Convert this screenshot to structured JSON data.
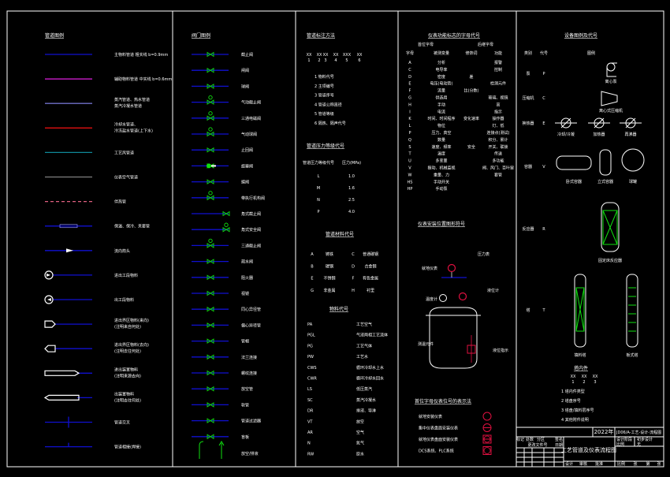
{
  "pipes": {
    "title": "管道图例",
    "items": [
      {
        "label": "主物料管道 粗实线 b=0.9mm",
        "type": "line",
        "color": "#1010d0"
      },
      {
        "label": "辅助物料管道 中实线 b=0.6mm",
        "type": "line",
        "color": "#e020e0"
      },
      {
        "label": "蒸汽管道、热水管道",
        "label2": "蒸汽冷凝水管道",
        "type": "line",
        "color": "#7070c8"
      },
      {
        "label": "冷却水管道、",
        "label2": "冷冻盐水管道(上下水)",
        "type": "line",
        "color": "#e01010"
      },
      {
        "label": "工艺风管道",
        "type": "line",
        "color": "#108898"
      },
      {
        "label": "仪表空气管道",
        "type": "line",
        "color": "#808080"
      },
      {
        "label": "伴热管",
        "type": "dashed",
        "color": "#e06080"
      },
      {
        "label": "保温、保冷、夹套管",
        "type": "jacket",
        "color": "#1010d0"
      },
      {
        "label": "流向箭头",
        "type": "arrow",
        "color": "#1010d0"
      },
      {
        "label": "进出工段物料",
        "type": "circle-in",
        "color": "#1010d0"
      },
      {
        "label": "出工段物料",
        "type": "circle-out",
        "color": "#1010d0"
      },
      {
        "label": "进出界区物料(来向)",
        "label2": "(注明来自何处)",
        "type": "pent-in",
        "color": "#1010d0"
      },
      {
        "label": "进出界区物料(去向)",
        "label2": "(注明去往何处)",
        "type": "pent-out",
        "color": "#1010d0"
      },
      {
        "label": "进出装置物料",
        "label2": "(注明来源去向)",
        "type": "long-in",
        "color": "#1010d0"
      },
      {
        "label": "出装置物料",
        "label2": "(注明去往何处)",
        "type": "long-out",
        "color": "#1010d0"
      },
      {
        "label": "管道交叉",
        "type": "cross",
        "color": "#1010d0"
      },
      {
        "label": "管道相接(焊接)",
        "type": "tee",
        "color": "#1010d0"
      }
    ]
  },
  "valves": {
    "title": "阀门图例",
    "items": [
      "截止阀",
      "闸阀",
      "球阀",
      "气动截止阀",
      "三通电磁阀",
      "气动球阀",
      "止回阀",
      "旋塞阀",
      "蝶阀",
      "带执行机构阀",
      "角式截止阀",
      "角式安全阀",
      "三通截止阀",
      "疏水阀",
      "阻火器",
      "视镜",
      "同心异径管",
      "偏心异径管",
      "管帽",
      "法兰连接",
      "螺纹连接",
      "放空管",
      "软管",
      "管道过滤器",
      "盲板",
      "放空/排液"
    ]
  },
  "pipe_marking": {
    "title": "管道标注方法",
    "code": [
      "XX",
      "XX",
      "XX",
      "XX",
      "XXX",
      "XX"
    ],
    "nums": [
      "1",
      "2",
      "3",
      "4",
      "5",
      "6"
    ],
    "items": [
      "1 物料代号",
      "2 主项编号",
      "3 管道序号",
      "4 管道公称直径",
      "5 管道等级",
      "6 隔热、隔声代号"
    ]
  },
  "pressure_grade": {
    "title": "管道压力等级代号",
    "headers": [
      "管道压力等级代号",
      "压力(MPa)"
    ],
    "rows": [
      [
        "L",
        "1.0"
      ],
      [
        "M",
        "1.6"
      ],
      [
        "N",
        "2.5"
      ],
      [
        "P",
        "4.0"
      ]
    ]
  },
  "material_code": {
    "title": "管道材料代号",
    "rows": [
      [
        "A",
        "铸铁",
        "C",
        "普通碳钢"
      ],
      [
        "B",
        "碳钢",
        "D",
        "合金钢"
      ],
      [
        "E",
        "不锈钢",
        "F",
        "有色金属"
      ],
      [
        "G",
        "非金属",
        "H",
        "衬里"
      ]
    ]
  },
  "fluid_code": {
    "title": "物料代号",
    "rows": [
      [
        "PA",
        "工艺空气"
      ],
      [
        "PGL",
        "气液两相工艺流体"
      ],
      [
        "PG",
        "工艺气体"
      ],
      [
        "PW",
        "工艺水"
      ],
      [
        "CWS",
        "循环冷却水上水"
      ],
      [
        "CWR",
        "循环冷却水回水"
      ],
      [
        "LS",
        "低压蒸汽"
      ],
      [
        "SC",
        "蒸汽冷凝水"
      ],
      [
        "DR",
        "排液、导淋"
      ],
      [
        "VT",
        "放空"
      ],
      [
        "AR",
        "空气"
      ],
      [
        "N",
        "氮气"
      ],
      [
        "RW",
        "原水"
      ]
    ]
  },
  "instrument_letters": {
    "title": "仪表功能标志的字母代号",
    "group_first": "首位字母",
    "group_next": "后继字母",
    "headers": [
      "字母",
      "被测变量",
      "修饰词",
      "功能"
    ],
    "rows": [
      [
        "A",
        "分析",
        "",
        "报警"
      ],
      [
        "C",
        "电导率",
        "",
        "控制"
      ],
      [
        "D",
        "密度",
        "差",
        ""
      ],
      [
        "E",
        "电压(电动势)",
        "",
        "检测元件"
      ],
      [
        "F",
        "流量",
        "比(分数)",
        ""
      ],
      [
        "G",
        "供选用",
        "",
        "玻璃、视镜"
      ],
      [
        "H",
        "手动",
        "",
        "高"
      ],
      [
        "I",
        "电流",
        "",
        "指示"
      ],
      [
        "K",
        "时间、时间程序",
        "变化速率",
        "操作器"
      ],
      [
        "L",
        "物位",
        "",
        "灯、低"
      ],
      [
        "P",
        "压力、真空",
        "",
        "连接点(测试)"
      ],
      [
        "Q",
        "数量",
        "",
        "积分、累计"
      ],
      [
        "S",
        "速度、频率",
        "安全",
        "开关、联锁"
      ],
      [
        "T",
        "温度",
        "",
        "传送"
      ],
      [
        "U",
        "多变量",
        "",
        "多功能"
      ],
      [
        "V",
        "振动、机械监视",
        "",
        "阀、风门、百叶窗"
      ],
      [
        "W",
        "重量、力",
        "",
        "套管"
      ],
      [
        "HS",
        "手动开关",
        "",
        ""
      ],
      [
        "HP",
        "手动泵",
        "",
        ""
      ]
    ]
  },
  "instrument_install": {
    "title": "仪表安装位置图形符号",
    "labels": [
      "就地仪表",
      "压力表",
      "温度计",
      "液位计",
      "测温元件",
      "液位指示"
    ]
  },
  "instrument_symbols": {
    "title": "首位字母仪表位号的表示法",
    "rows": [
      "就地安装仪表",
      "集中仪表盘面安装仪表",
      "就地仪表盘面安装仪表",
      "DCS系统、PLC系统"
    ]
  },
  "equipment": {
    "title": "设备图例及代号",
    "headers": [
      "类别",
      "代号",
      "图例"
    ],
    "rows": [
      {
        "cat": "泵",
        "code": "P",
        "labels": [
          "离心泵"
        ]
      },
      {
        "cat": "压缩机",
        "code": "C",
        "labels": [
          "离心式压缩机"
        ]
      },
      {
        "cat": "换热器",
        "code": "E",
        "labels": [
          "冷却/冷凝",
          "加热器",
          "再沸器"
        ]
      },
      {
        "cat": "容器",
        "code": "V",
        "labels": [
          "卧式容器",
          "立式容器",
          "球罐"
        ]
      },
      {
        "cat": "反应器",
        "code": "R",
        "labels": [
          "固定床反应器"
        ]
      },
      {
        "cat": "塔",
        "code": "T",
        "labels": [
          "填料塔",
          "板式塔"
        ]
      }
    ],
    "internals_title": "塔内件",
    "internals_code": [
      "XX",
      "XX",
      "XX"
    ],
    "internals_nums": [
      "1",
      "2",
      "3"
    ],
    "internals": [
      "1 塔内件类型",
      "2 塔盘序号",
      "3 塔盘/填料层序号",
      "4 其他附件说明"
    ]
  },
  "title_block": {
    "year": "2022年",
    "drawing_no": "JD06/A-工艺-设计-流程图",
    "title": "工艺管道及仪表流程图",
    "design_label": "设计阶段",
    "design_value": "初步设计",
    "scale_label": "比例",
    "scale_value": "无",
    "revision_headers": [
      "标记",
      "处数",
      "分区",
      "更改文件号",
      "签名",
      "日期"
    ],
    "footer": [
      "设计",
      "审核",
      "批准",
      "比例",
      "张",
      "第",
      "张"
    ]
  },
  "colors": {
    "pipe": "#1010d0",
    "valve": "#10e010",
    "frame": "#ffffff",
    "red": "#e01040"
  }
}
